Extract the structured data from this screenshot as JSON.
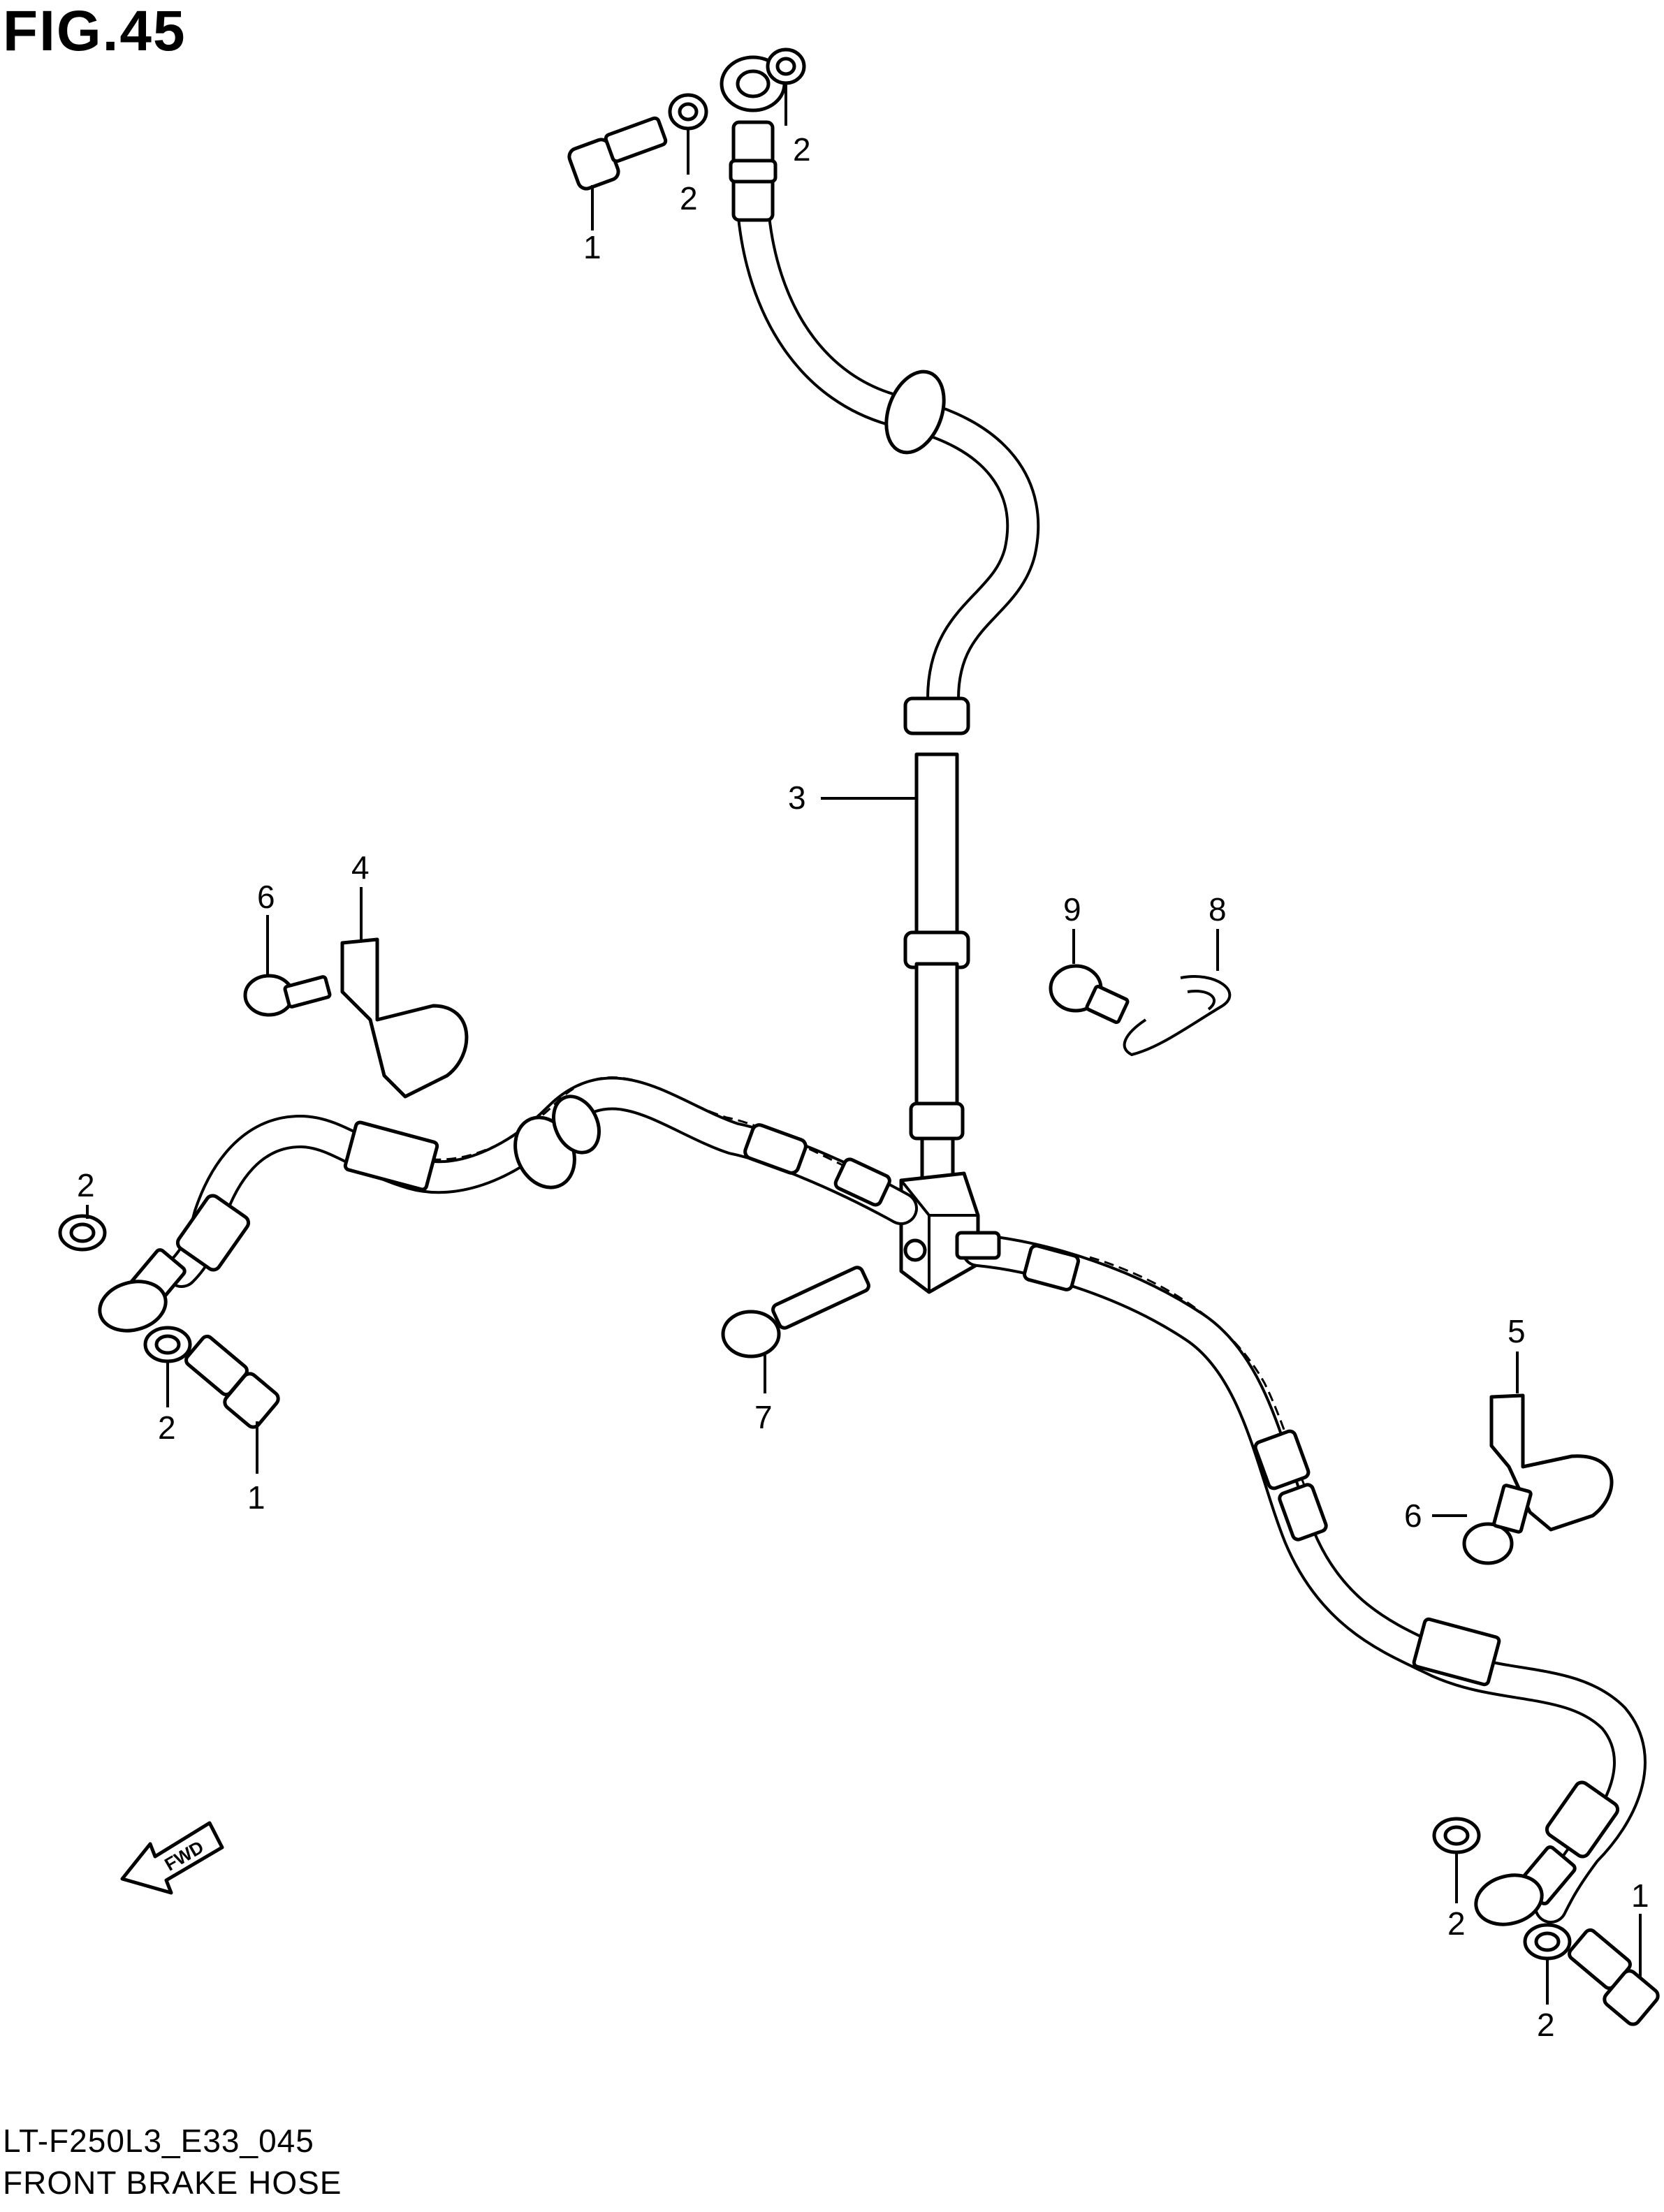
{
  "figure": {
    "title": "FIG.45"
  },
  "callouts": {
    "c1_top": "1",
    "c2_top_a": "2",
    "c2_top_b": "2",
    "c3": "3",
    "c4": "4",
    "c6_left": "6",
    "c9": "9",
    "c8": "8",
    "c2_left_a": "2",
    "c2_left_b": "2",
    "c1_left": "1",
    "c7": "7",
    "c5": "5",
    "c6_right": "6",
    "c2_right_a": "2",
    "c2_right_b": "2",
    "c1_right": "1"
  },
  "fwd_label": "FWD",
  "footer": {
    "code": "LT-F250L3_E33_045",
    "caption": "FRONT BRAKE HOSE"
  }
}
